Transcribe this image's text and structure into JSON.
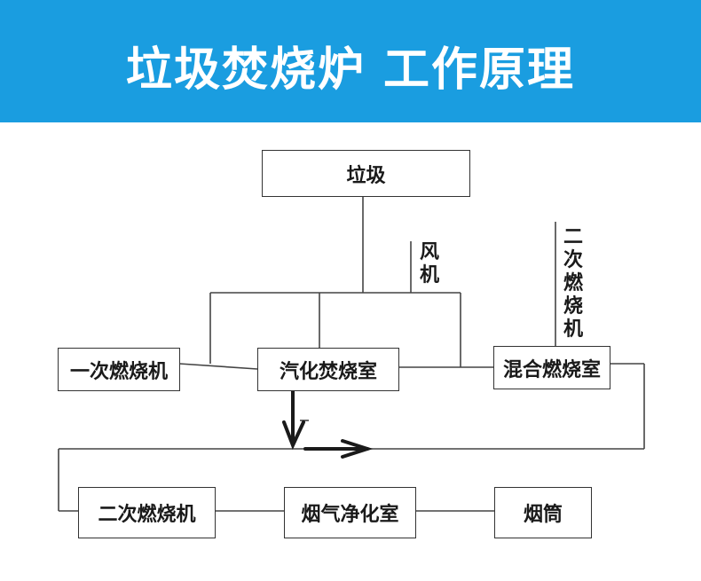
{
  "header": {
    "title": "垃圾焚烧炉 工作原理",
    "background_color": "#1a9de0"
  },
  "nodes": {
    "garbage": "垃圾",
    "primary_incinerator": "一次燃烧机",
    "gasification_chamber": "汽化焚烧室",
    "mixing_chamber": "混合燃烧室",
    "secondary_incinerator": "二次燃烧机",
    "flue_gas_purification": "烟气净化室",
    "chimney": "烟筒"
  },
  "side_labels": {
    "fan": "风\n机",
    "secondary_incinerator_feed": "二\n次\n燃\n烧\n机"
  }
}
